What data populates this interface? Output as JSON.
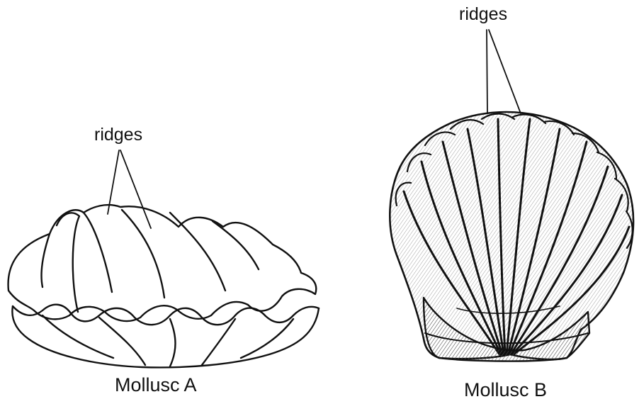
{
  "mollusc_a": {
    "caption": "Mollusc A",
    "ridges_label": "ridges"
  },
  "mollusc_b": {
    "caption": "Mollusc B",
    "ridges_label": "ridges"
  },
  "colors": {
    "ink": "#111111",
    "shade": "#555555",
    "background": "#ffffff"
  }
}
